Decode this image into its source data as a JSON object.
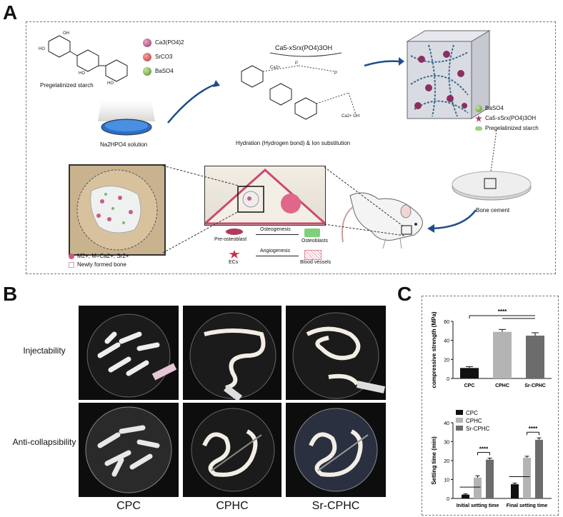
{
  "panelA": {
    "letter": "A",
    "reagents": [
      "Ca3(PO4)2",
      "SrCO3",
      "BaSO4"
    ],
    "starch_label": "Pregelatinized starch",
    "solution_label": "Na2HPO4 solution",
    "product_formula": "Ca5-xSrx(PO4)3OH",
    "process_label": "Hydration (Hydrogen bond) & Ion substitution",
    "cube_legend": [
      "BaSO4",
      "Ca5-xSrx(PO4)3OH",
      "Pregelatinized starch"
    ],
    "cement_label": "Bone cement",
    "cell_flow": [
      {
        "from": "Pre-osteoblast",
        "process": "Osteogenesis",
        "to": "Osteoblasts"
      },
      {
        "from": "ECs",
        "process": "Angiogenesis",
        "to": "Blood vessels"
      }
    ],
    "bone_legend": [
      "M2+, M=Ca2+, Sr2+",
      "Newly formed bone"
    ]
  },
  "panelB": {
    "letter": "B",
    "rows": [
      "Injectability",
      "Anti-collapsibility"
    ],
    "columns": [
      "CPC",
      "CPHC",
      "Sr-CPHC"
    ]
  },
  "panelC": {
    "letter": "C",
    "chart_data": [
      {
        "type": "bar",
        "categories": [
          "CPC",
          "CPHC",
          "Sr-CPHC"
        ],
        "values": [
          11,
          49,
          45
        ],
        "errors": [
          1.5,
          2.5,
          3
        ],
        "ylabel": "compressive strength (MPa)",
        "ylim": [
          0,
          60
        ],
        "yticks": [
          0,
          20,
          40,
          60
        ],
        "significance": "****",
        "colors": [
          "#111111",
          "#b4b4b4",
          "#6c6c6c"
        ]
      },
      {
        "type": "bar",
        "categories": [
          "Initial setting time",
          "Final setting time"
        ],
        "series": [
          {
            "name": "CPC",
            "values": [
              2,
              7.5
            ],
            "errors": [
              0.4,
              0.6
            ]
          },
          {
            "name": "CPHC",
            "values": [
              11,
              21.5
            ],
            "errors": [
              1,
              0.8
            ]
          },
          {
            "name": "Sr-CPHC",
            "values": [
              20.5,
              31
            ],
            "errors": [
              0.8,
              1
            ]
          }
        ],
        "ylabel": "Setting time (min)",
        "ylim": [
          0,
          40
        ],
        "yticks": [
          0,
          10,
          20,
          30,
          40
        ],
        "significance": [
          "****",
          "****"
        ],
        "legend_position": "top-left",
        "colors": [
          "#111111",
          "#b4b4b4",
          "#6c6c6c"
        ]
      }
    ]
  }
}
